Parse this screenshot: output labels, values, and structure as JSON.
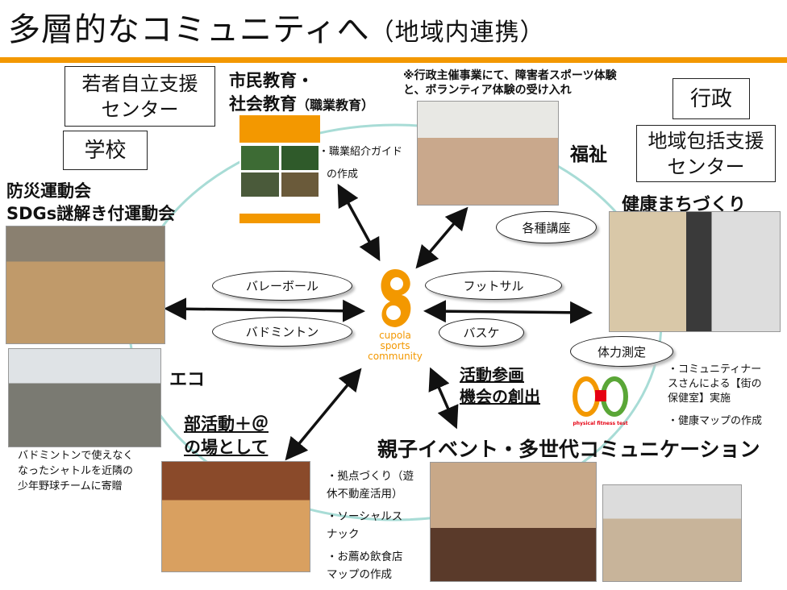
{
  "title": {
    "main": "多層的なコミュニティへ",
    "sub": "（地域内連携）"
  },
  "boxes": {
    "youth_center": [
      "若者自立支援",
      "センター"
    ],
    "school": "学校",
    "government": "行政",
    "community_center": [
      "地域包括支援",
      "センター"
    ]
  },
  "headings": {
    "civic_education": [
      "市民教育・",
      "社会教育"
    ],
    "civic_education_note": "（職業教育）",
    "government_note": [
      "※行政主催事業にて、障害者スポーツ体験",
      "と、ボランティア体験の受け入れ"
    ],
    "welfare": "福祉",
    "health": "健康まちづくり",
    "disaster": [
      "防災運動会",
      "SDGs謎解き付運動会"
    ],
    "eco": "エコ",
    "club": [
      "部活動＋＠",
      "の場として"
    ],
    "participation": [
      "活動参画",
      "機会の創出"
    ],
    "family": "親子イベント・多世代コミュニケーション"
  },
  "notes": {
    "career_guide": [
      "・職業紹介ガイド",
      "の作成"
    ],
    "shuttle": [
      "バドミントンで使えなく",
      "なったシャトルを近隣の",
      "少年野球チームに寄贈"
    ],
    "family_items": [
      "・拠点づくり（遊",
      "休不動産活用）",
      "・ソーシャルス",
      "ナック",
      "・お薦め飲食店",
      "マップの作成"
    ],
    "nurse": [
      "・コミュニティナー",
      "スさんによる【街の",
      "保健室】実施",
      "・健康マップの作成"
    ]
  },
  "ellipses": {
    "lectures": "各種講座",
    "volleyball": "バレーボール",
    "badminton": "バドミントン",
    "futsal": "フットサル",
    "basketball": "バスケ",
    "fitness": "体力測定"
  },
  "logo": {
    "lines": [
      "cupola",
      "sports",
      "community"
    ]
  },
  "fitness_logo": {
    "text": "physical fitness test"
  },
  "colors": {
    "accent": "#f39800",
    "curve": "#a8dcd6",
    "fitness_green": "#5aa637",
    "fitness_red": "#e60012"
  }
}
